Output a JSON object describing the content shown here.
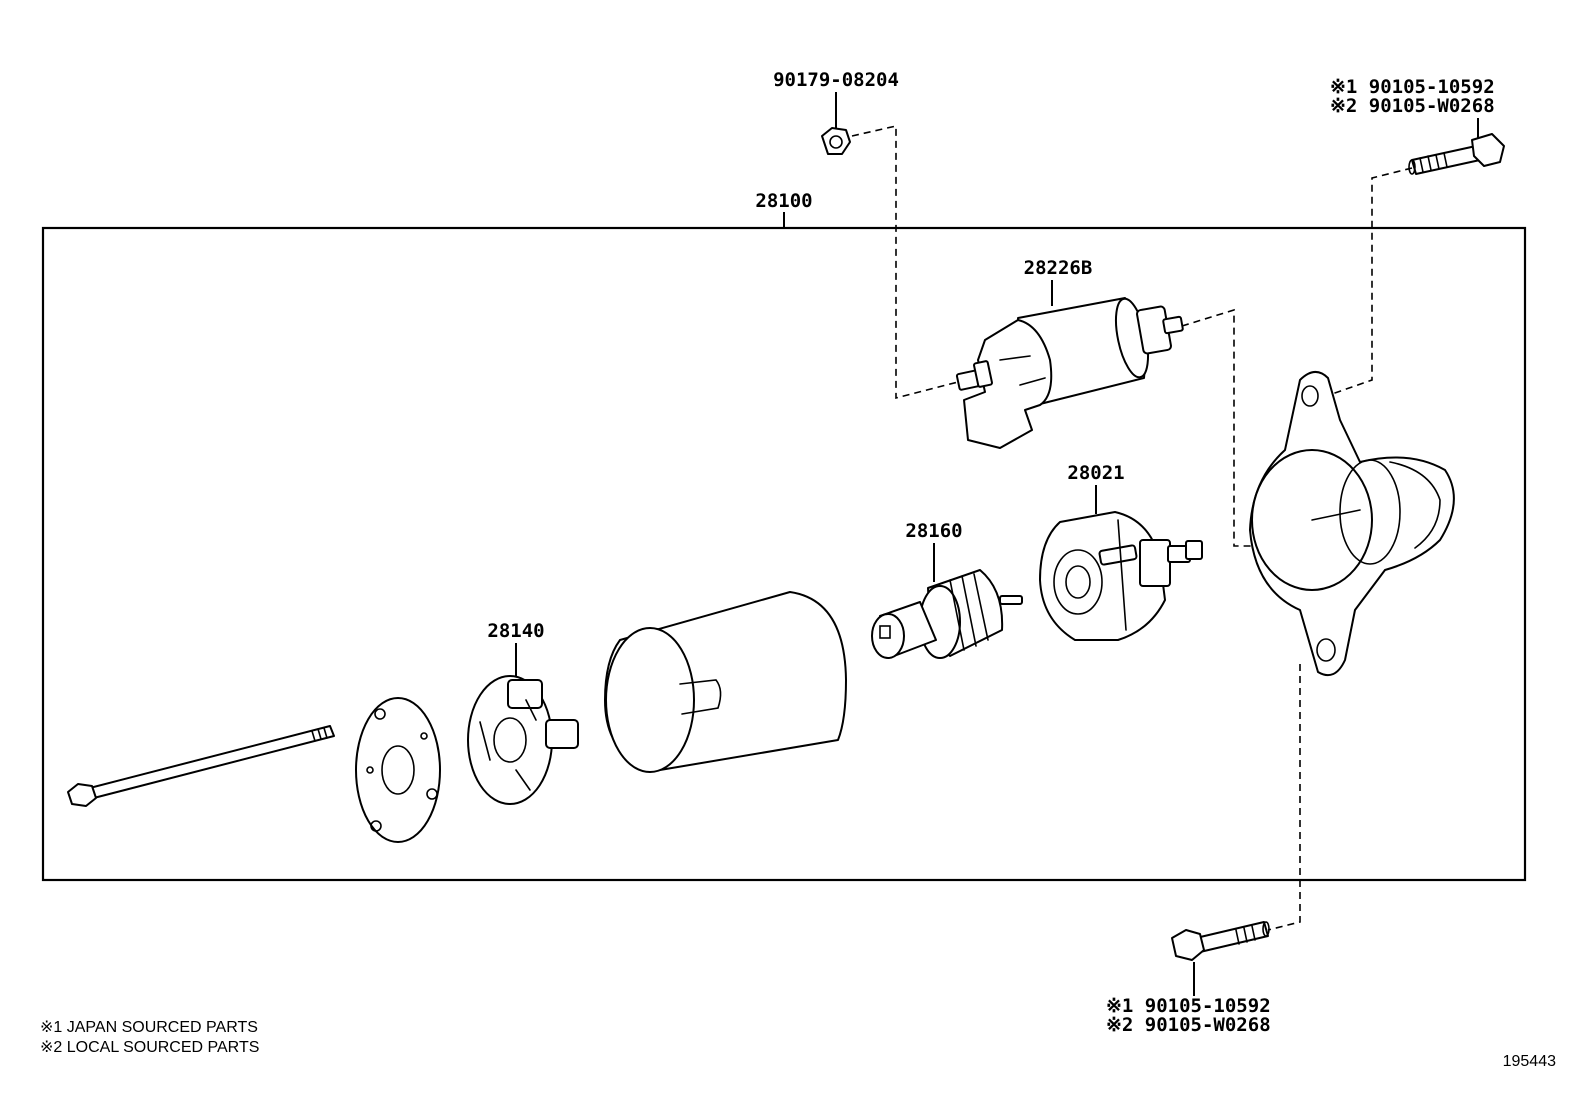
{
  "diagram": {
    "assembly_label": "28100",
    "callouts": {
      "nut_top": "90179-08204",
      "solenoid": "28226B",
      "brush_holder": "28021",
      "clutch": "28160",
      "end_frame_brush": "28140"
    },
    "bolt_top_right": {
      "line1": "※1 90105-10592",
      "line2": "※2 90105-W0268"
    },
    "bolt_bottom": {
      "line1": "※1 90105-10592",
      "line2": "※2 90105-W0268"
    },
    "legend": [
      "※1  JAPAN SOURCED PARTS",
      "※2  LOCAL SOURCED PARTS"
    ],
    "figure_number": "195443"
  }
}
